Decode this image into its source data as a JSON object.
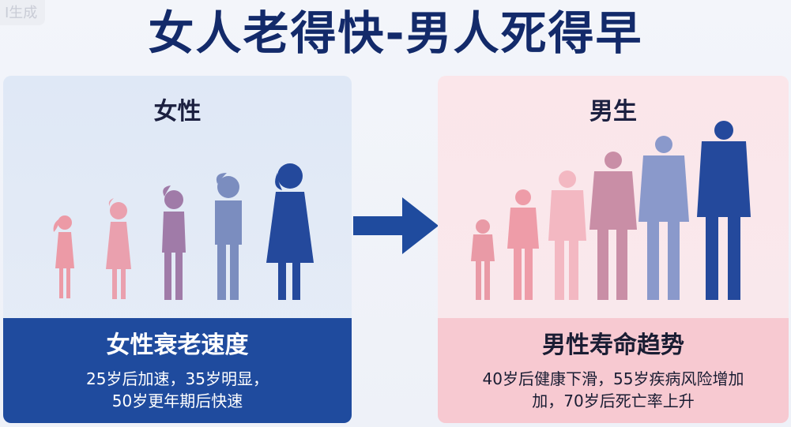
{
  "watermark": "I生成",
  "title": "女人老得快-男人死得早",
  "female": {
    "heading": "女性",
    "caption_title": "女性衰老速度",
    "caption_lines": [
      "25岁后加速，35岁明显，",
      "50岁更年期后快速"
    ]
  },
  "male": {
    "heading": "男生",
    "caption_title": "男性寿命趋势",
    "caption_lines": [
      "40岁后健康下滑，55岁疾病风险增加",
      "加，70岁后死亡率上升"
    ]
  },
  "colors": {
    "title": "#132a6a",
    "female_caption_bg": "#1f4b9e",
    "male_caption_bg": "#f7c9d1",
    "arrow": "#1f4b9e"
  }
}
